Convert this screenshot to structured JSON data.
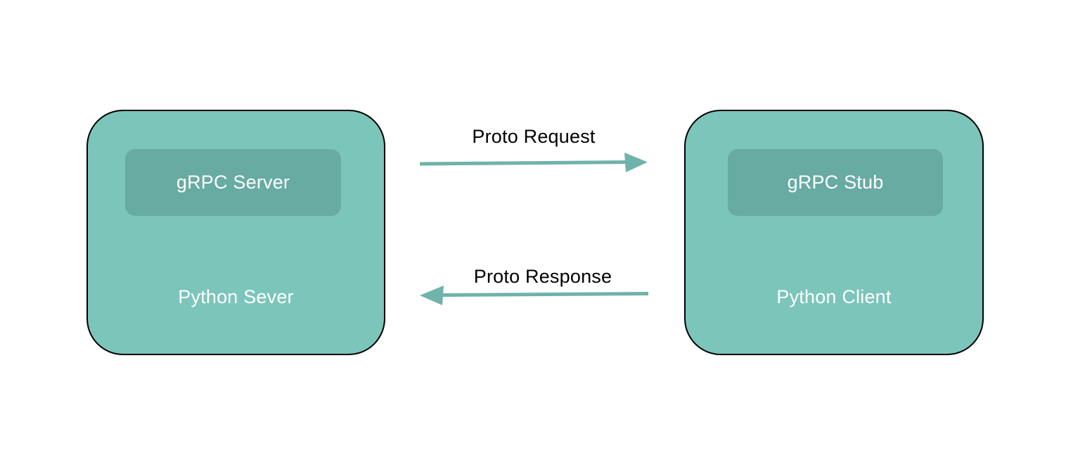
{
  "nodes": {
    "server": {
      "inner_label": "gRPC Server",
      "label": "Python Sever"
    },
    "client": {
      "inner_label": "gRPC Stub",
      "label": "Python Client"
    }
  },
  "arrows": {
    "request": {
      "label": "Proto Request",
      "direction": "left-to-right"
    },
    "response": {
      "label": "Proto Response",
      "direction": "right-to-left"
    }
  },
  "colors": {
    "background": "#ffffff",
    "node_fill": "#7cc5ba",
    "inner_fill": "#68aba3",
    "node_border": "#000000",
    "node_text": "#ffffff",
    "arrow_stroke": "#6fb3ab",
    "arrow_label_text": "#000000"
  }
}
